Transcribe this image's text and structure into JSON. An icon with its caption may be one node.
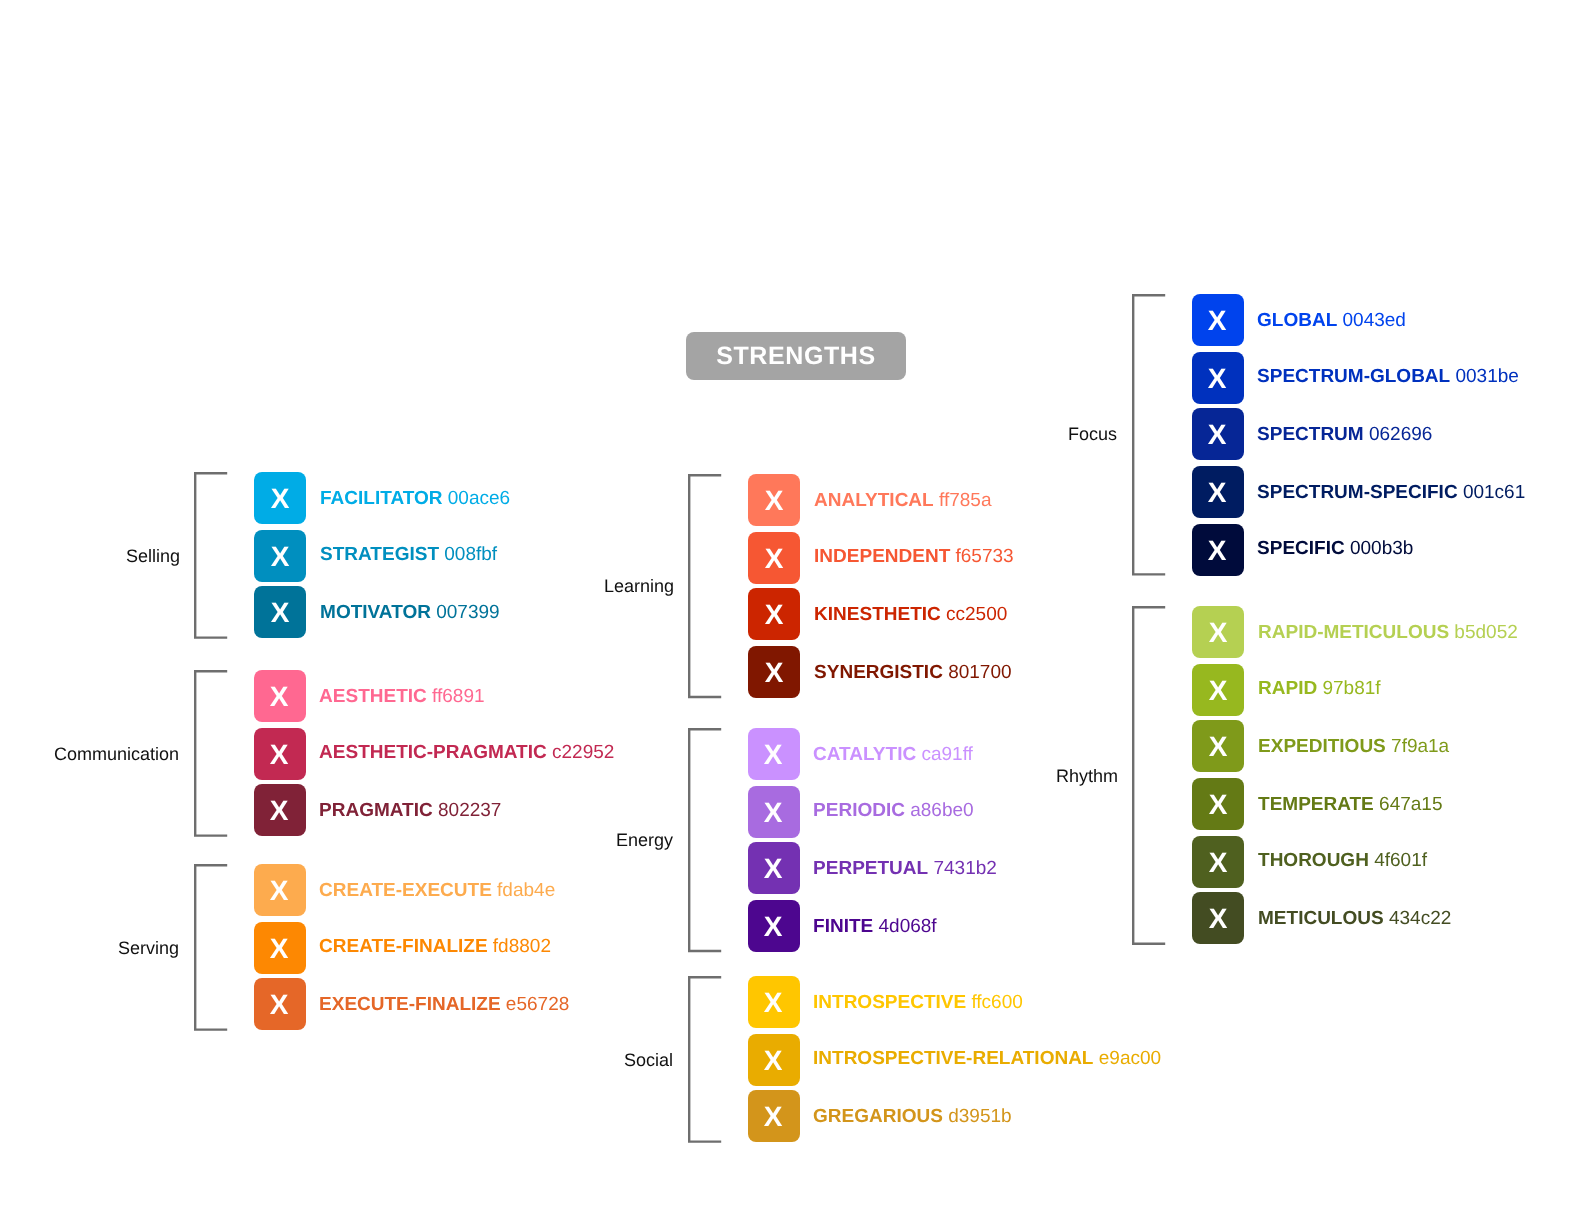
{
  "diagram": {
    "title": "STRENGTHS",
    "nodes": [
      {
        "text": [
          "Selling"
        ]
      },
      {
        "text": [
          "X"
        ],
        "in": 0,
        "beside": [
          "**FACILITATOR** 00ace6"
        ]
      },
      {
        "text": [
          "X"
        ],
        "in": 0,
        "beside": [
          "**STRATEGIST** 008fbf"
        ]
      },
      {
        "text": [
          "X"
        ],
        "in": 0,
        "beside": [
          "**MOTIVATOR** 007399"
        ]
      },
      {
        "text": [
          "Communication"
        ]
      },
      {
        "text": [
          "X"
        ],
        "in": 4,
        "beside": [
          "**AESTHETIC** ff6891"
        ]
      },
      {
        "text": [
          "X"
        ],
        "in": 4,
        "beside": [
          "**AESTHETIC-PRAGMATIC** c22952"
        ]
      },
      {
        "text": [
          "X"
        ],
        "in": 4,
        "beside": [
          "**PRAGMATIC** 802237"
        ]
      },
      {
        "text": [
          "Serving"
        ]
      },
      {
        "text": [
          "X"
        ],
        "in": 8,
        "beside": [
          "**CREATE-EXECUTE** fdab4e"
        ]
      },
      {
        "text": [
          "X"
        ],
        "in": 8,
        "beside": [
          "**CREATE-FINALIZE** fd8802"
        ]
      },
      {
        "text": [
          "X"
        ],
        "in": 8,
        "beside": [
          "**EXECUTE-FINALIZE** e56728"
        ]
      },
      {
        "text": [
          "Learning"
        ]
      },
      {
        "text": [
          "X"
        ],
        "in": 12,
        "beside": [
          "**ANALYTICAL** ff785a"
        ]
      },
      {
        "text": [
          "X"
        ],
        "in": 12,
        "beside": [
          "**INDEPENDENT** f65733"
        ]
      },
      {
        "text": [
          "X"
        ],
        "in": 12,
        "beside": [
          "**KINESTHETIC** cc2500"
        ]
      },
      {
        "text": [
          "X"
        ],
        "in": 12,
        "beside": [
          "**SYNERGISTIC** 801700"
        ]
      },
      {
        "text": [
          "Energy"
        ]
      },
      {
        "text": [
          "X"
        ],
        "in": 17,
        "beside": [
          "**CATALYTIC** ca91ff"
        ]
      },
      {
        "text": [
          "X"
        ],
        "in": 17,
        "beside": [
          "**PERIODIC** a86be0"
        ]
      },
      {
        "text": [
          "X"
        ],
        "in": 17,
        "beside": [
          "**PERPETUAL** 7431b2"
        ]
      },
      {
        "text": [
          "X"
        ],
        "in": 17,
        "beside": [
          "**FINITE** 4d068f"
        ]
      },
      {
        "text": [
          "Social"
        ]
      },
      {
        "text": [
          "X"
        ],
        "in": 22,
        "beside": [
          "**INTROSPECTIVE** ffc600"
        ]
      },
      {
        "text": [
          "X"
        ],
        "in": 22,
        "beside": [
          "**INTROSPECTIVE-RELATIONAL** e9ac00"
        ]
      },
      {
        "text": [
          "X"
        ],
        "in": 22,
        "beside": [
          "**GREGARIOUS** d3951b"
        ]
      },
      {
        "text": [
          "Focus"
        ]
      },
      {
        "text": [
          "X"
        ],
        "in": 26,
        "beside": [
          "**GLOBAL** 0043ed"
        ]
      },
      {
        "text": [
          "X"
        ],
        "in": 26,
        "beside": [
          "**SPECTRUM-GLOBAL** 0031be"
        ]
      },
      {
        "text": [
          "X"
        ],
        "in": 26,
        "beside": [
          "**SPECTRUM** 062696"
        ]
      },
      {
        "text": [
          "X"
        ],
        "in": 26,
        "beside": [
          "**SPECTRUM-SPECIFIC** 001c61"
        ]
      },
      {
        "text": [
          "X"
        ],
        "in": 26,
        "beside": [
          "**SPECIFIC** 000b3b"
        ]
      },
      {
        "text": [
          "Rhythm"
        ]
      },
      {
        "text": [
          "X"
        ],
        "in": 32,
        "beside": [
          "**RAPID-METICULOUS** b5d052"
        ]
      },
      {
        "text": [
          "X"
        ],
        "in": 32,
        "beside": [
          "**RAPID** 97b81f"
        ]
      },
      {
        "text": [
          "X"
        ],
        "in": 32,
        "beside": [
          "**EXPEDITIOUS** 7f9a1a"
        ]
      },
      {
        "text": [
          "X"
        ],
        "in": 32,
        "beside": [
          "**TEMPERATE** 647a15"
        ]
      },
      {
        "text": [
          "X"
        ],
        "in": 32,
        "beside": [
          "**THOROUGH** 4f601f"
        ]
      },
      {
        "text": [
          "X"
        ],
        "in": 32,
        "beside": [
          "**METICULOUS** 434c22"
        ]
      }
    ]
  }
}
